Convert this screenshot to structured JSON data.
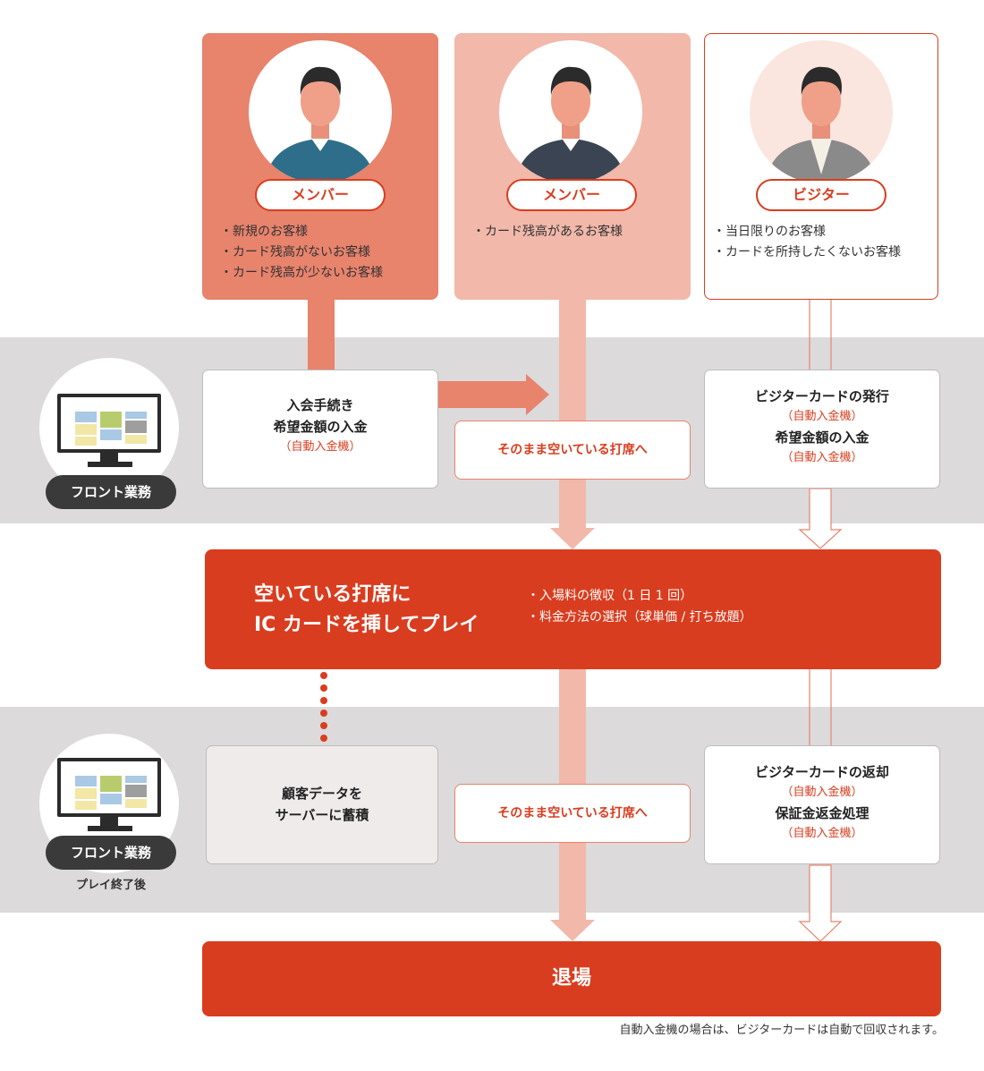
{
  "columns": {
    "new_member": {
      "pill": "メンバー",
      "bullets": [
        "新規のお客様",
        "カード残高がないお客様",
        "カード残高が少ないお客様"
      ]
    },
    "member": {
      "pill": "メンバー",
      "bullets": [
        "カード残高があるお客様"
      ]
    },
    "visitor": {
      "pill": "ビジター",
      "bullets": [
        "当日限りのお客様",
        "カードを所持したくないお客様"
      ]
    }
  },
  "front_desk": {
    "label": "フロント業務",
    "after_label": "プレイ終了後"
  },
  "row1": {
    "signup": {
      "line1": "入会手続き",
      "line2": "希望金額の入金",
      "note": "（自動入金機）"
    },
    "direct": "そのまま空いている打席へ",
    "visitor": {
      "line1": "ビジターカードの発行",
      "note1": "（自動入金機）",
      "line2": "希望金額の入金",
      "note2": "（自動入金機）"
    }
  },
  "play": {
    "title1": "空いている打席に",
    "title2": "IC カードを挿してプレイ",
    "bullets": [
      "入場料の徴収（1 日 1 回）",
      "料金方法の選択（球単価 / 打ち放題）"
    ]
  },
  "row2": {
    "customer_data": {
      "line1": "顧客データを",
      "line2": "サーバーに蓄積"
    },
    "direct": "そのまま空いている打席へ",
    "visitor": {
      "line1": "ビジターカードの返却",
      "note1": "（自動入金機）",
      "line2": "保証金返金処理",
      "note2": "（自動入金機）"
    }
  },
  "exit": {
    "label": "退場"
  },
  "footnote": "自動入金機の場合は、ビジターカードは自動で回収されます。",
  "colors": {
    "accent": "#d93d1f",
    "salmon": "#e8836c",
    "light_salmon": "#f2b8aa",
    "band": "#dcdadb"
  }
}
